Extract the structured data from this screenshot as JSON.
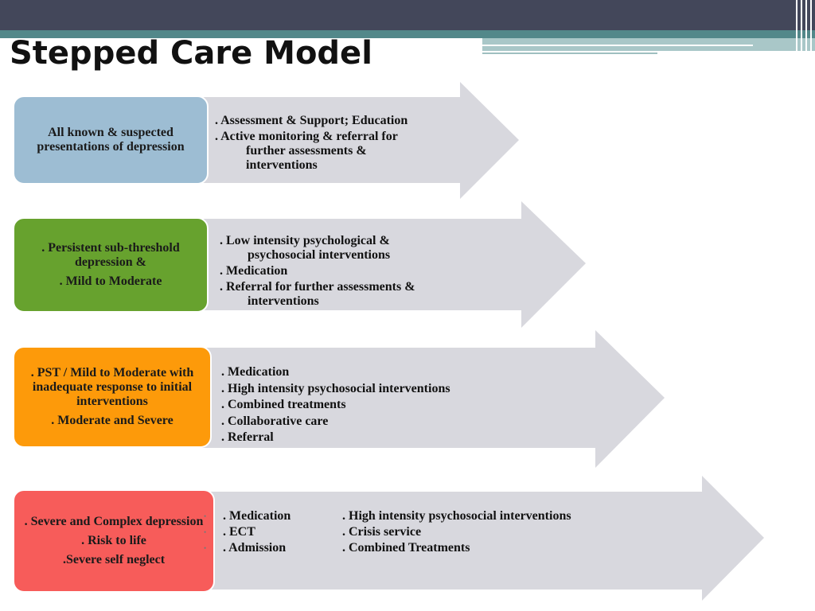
{
  "title": "Stepped Care Model",
  "colors": {
    "box1": "#9dbdd3",
    "box2": "#67a22e",
    "box3": "#fd9a0a",
    "box4": "#f75c5a",
    "arrow": "#d8d8de"
  },
  "steps": [
    {
      "box_lines": [
        "All known & suspected presentations of depression"
      ],
      "items": [
        {
          "text": ".  Assessment & Support; Education"
        },
        {
          "text": ".  Active monitoring & referral for"
        },
        {
          "text": "further assessments &",
          "indent": true
        },
        {
          "text": "interventions",
          "indent": true
        }
      ]
    },
    {
      "box_lines": [
        ". Persistent  sub-threshold depression &",
        ". Mild to Moderate"
      ],
      "items": [
        {
          "text": ".  Low intensity  psychological &"
        },
        {
          "text": "psychosocial interventions",
          "indent": true
        },
        {
          "text": ".  Medication"
        },
        {
          "text": ".  Referral for further assessments &"
        },
        {
          "text": "interventions",
          "indent": true
        }
      ]
    },
    {
      "box_lines": [
        ". PST  / Mild to Moderate with inadequate response to initial interventions",
        ". Moderate and Severe"
      ],
      "items": [
        {
          "text": ".  Medication"
        },
        {
          "text": ".  High intensity psychosocial interventions"
        },
        {
          "text": ".  Combined treatments"
        },
        {
          "text": ".  Collaborative care"
        },
        {
          "text": ".   Referral"
        }
      ]
    },
    {
      "box_lines": [
        ". Severe and  Complex depression",
        ". Risk to life",
        ".Severe self neglect"
      ],
      "rows": [
        [
          ". Medication",
          ". High intensity psychosocial interventions"
        ],
        [
          ". ECT",
          ". Crisis service"
        ],
        [
          ". Admission",
          ". Combined Treatments"
        ]
      ]
    }
  ]
}
